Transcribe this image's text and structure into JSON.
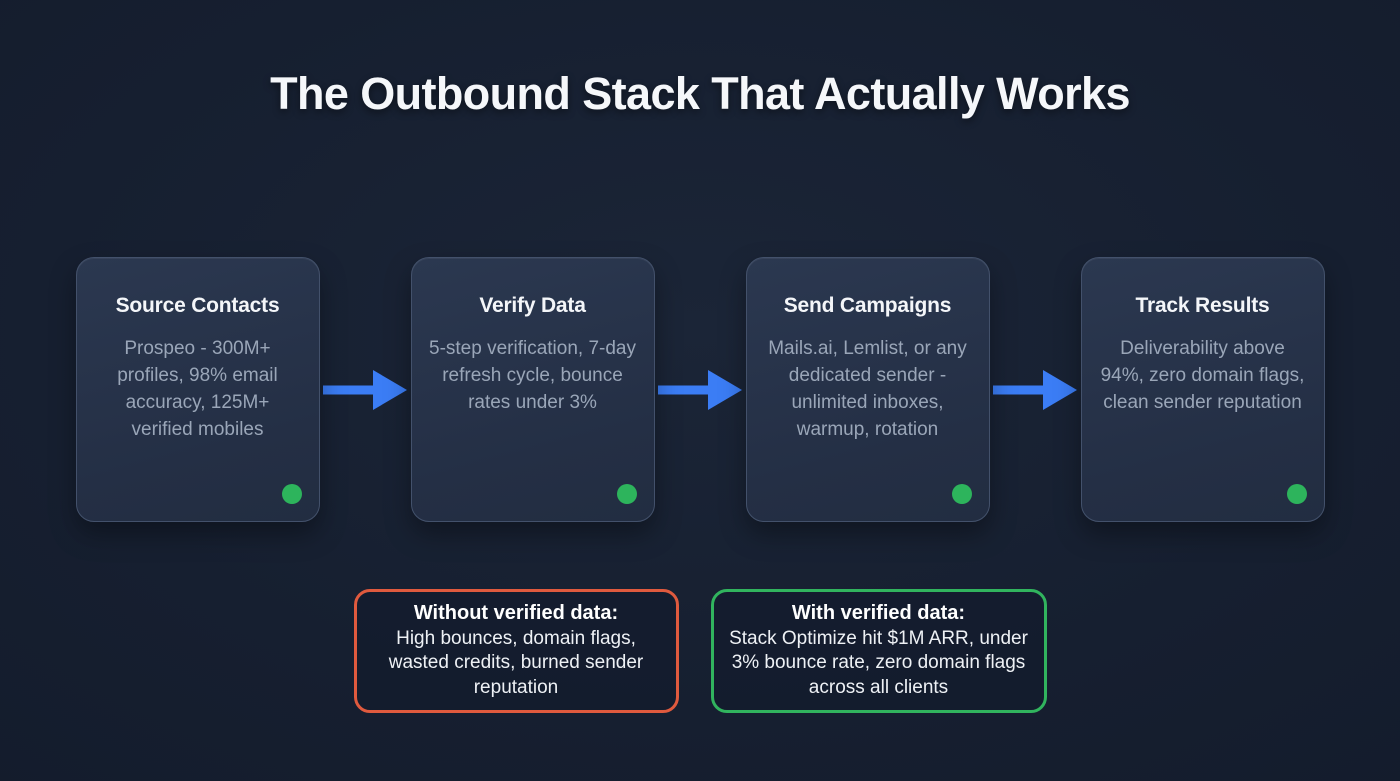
{
  "title": "The Outbound Stack That Actually Works",
  "steps": [
    {
      "title": "Source Contacts",
      "description": "Prospeo - 300M+ profiles, 98% email accuracy, 125M+ verified mobiles"
    },
    {
      "title": "Verify Data",
      "description": "5-step verification, 7-day refresh cycle, bounce rates under 3%"
    },
    {
      "title": "Send Campaigns",
      "description": "Mails.ai, Lemlist, or any dedicated sender - unlimited inboxes, warmup, rotation"
    },
    {
      "title": "Track Results",
      "description": "Deliverability above 94%, zero domain flags, clean sender reputation"
    }
  ],
  "callouts": [
    {
      "title": "Without verified data:",
      "description": "High bounces, domain flags, wasted credits, burned sender reputation",
      "border_color": "#e05a3e"
    },
    {
      "title": "With verified data:",
      "description": "Stack Optimize hit $1M ARR, under 3% bounce rate, zero domain flags across all clients",
      "border_color": "#31b45e"
    }
  ],
  "colors": {
    "background": "#161f30",
    "card_background": "#273349",
    "card_border": "#43516b",
    "arrow_blue": "#3b7df5",
    "status_dot_green": "#2db45c",
    "title_text": "#f5f7fa",
    "card_body_text": "#9aa6b8"
  }
}
